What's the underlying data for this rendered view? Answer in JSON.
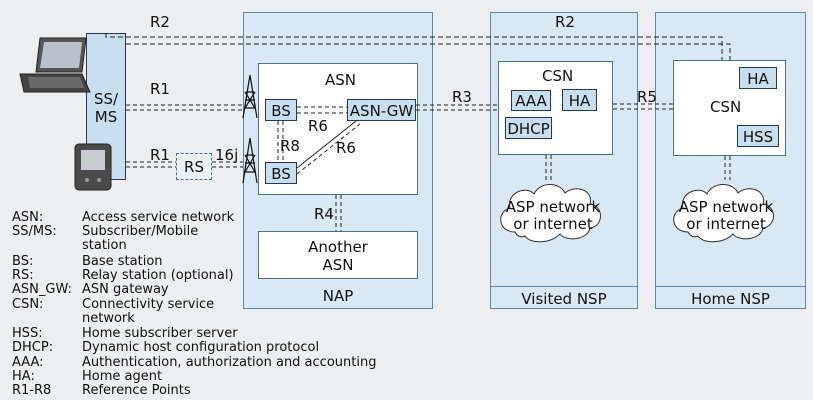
{
  "regions": {
    "nap": "NAP",
    "visited": "Visited NSP",
    "home": "Home NSP"
  },
  "boxes": {
    "ss_ms": "SS/\nMS",
    "asn": "ASN",
    "bs_top": "BS",
    "bs_bottom": "BS",
    "asn_gw": "ASN-GW",
    "rs": "RS",
    "another_asn": "Another\nASN",
    "csn_visited": "CSN",
    "aaa": "AAA",
    "ha_visited": "HA",
    "dhcp": "DHCP",
    "csn_home": "CSN",
    "ha_home": "HA",
    "hss": "HSS",
    "cloud_visited": "ASP network\nor internet",
    "cloud_home": "ASP network\nor internet"
  },
  "refs": {
    "r1_top": "R1",
    "r1_bottom": "R1",
    "r2_left": "R2",
    "r2_right": "R2",
    "r3": "R3",
    "r4": "R4",
    "r5": "R5",
    "r6_a": "R6",
    "r6_b": "R6",
    "r8": "R8",
    "r16j": "16j"
  },
  "legend": [
    {
      "term": "ASN:",
      "def": "Access service network"
    },
    {
      "term": "SS/MS:",
      "def": "Subscriber/Mobile\nstation"
    },
    {
      "term": "BS:",
      "def": "Base station"
    },
    {
      "term": "RS:",
      "def": "Relay station (optional)"
    },
    {
      "term": "ASN_GW:",
      "def": "ASN gateway"
    },
    {
      "term": "CSN:",
      "def": "Connectivity service\nnetwork"
    },
    {
      "term": "HSS:",
      "def": "Home subscriber server"
    },
    {
      "term": "DHCP:",
      "def": "Dynamic host configuration protocol"
    },
    {
      "term": "AAA:",
      "def": "Authentication, authorization and accounting"
    },
    {
      "term": "HA:",
      "def": "Home agent"
    },
    {
      "term": "R1-R8",
      "def": "Reference Points"
    }
  ],
  "icons": [
    "laptop-icon",
    "handheld-device-icon",
    "antenna-tower-icon"
  ]
}
